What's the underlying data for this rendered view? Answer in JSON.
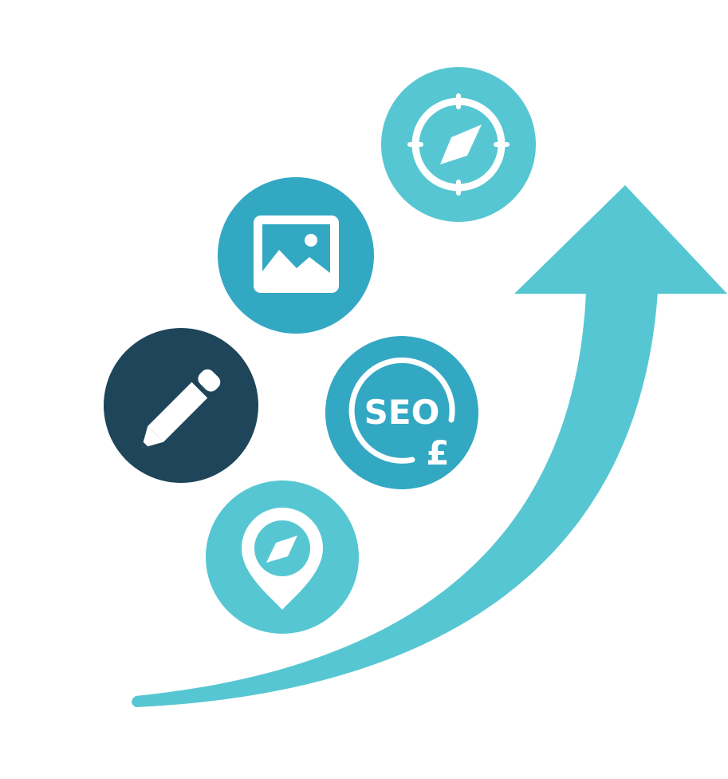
{
  "colors": {
    "background": "#ffffff",
    "arrow": "#56c7d2",
    "circle_light": "#56c7d2",
    "circle_medium": "#33a8c3",
    "circle_dark": "#1e4559",
    "icon": "#ffffff"
  },
  "icons": [
    {
      "name": "compass-icon",
      "circle_color": "circle_light"
    },
    {
      "name": "image-icon",
      "circle_color": "circle_medium"
    },
    {
      "name": "pencil-icon",
      "circle_color": "circle_dark"
    },
    {
      "name": "seo-pound-icon",
      "circle_color": "circle_medium"
    },
    {
      "name": "location-compass-icon",
      "circle_color": "circle_light"
    }
  ],
  "seo_badge": {
    "text": "SEO",
    "currency": "£"
  },
  "arrow": {
    "name": "growth-arrow",
    "direction": "up"
  }
}
